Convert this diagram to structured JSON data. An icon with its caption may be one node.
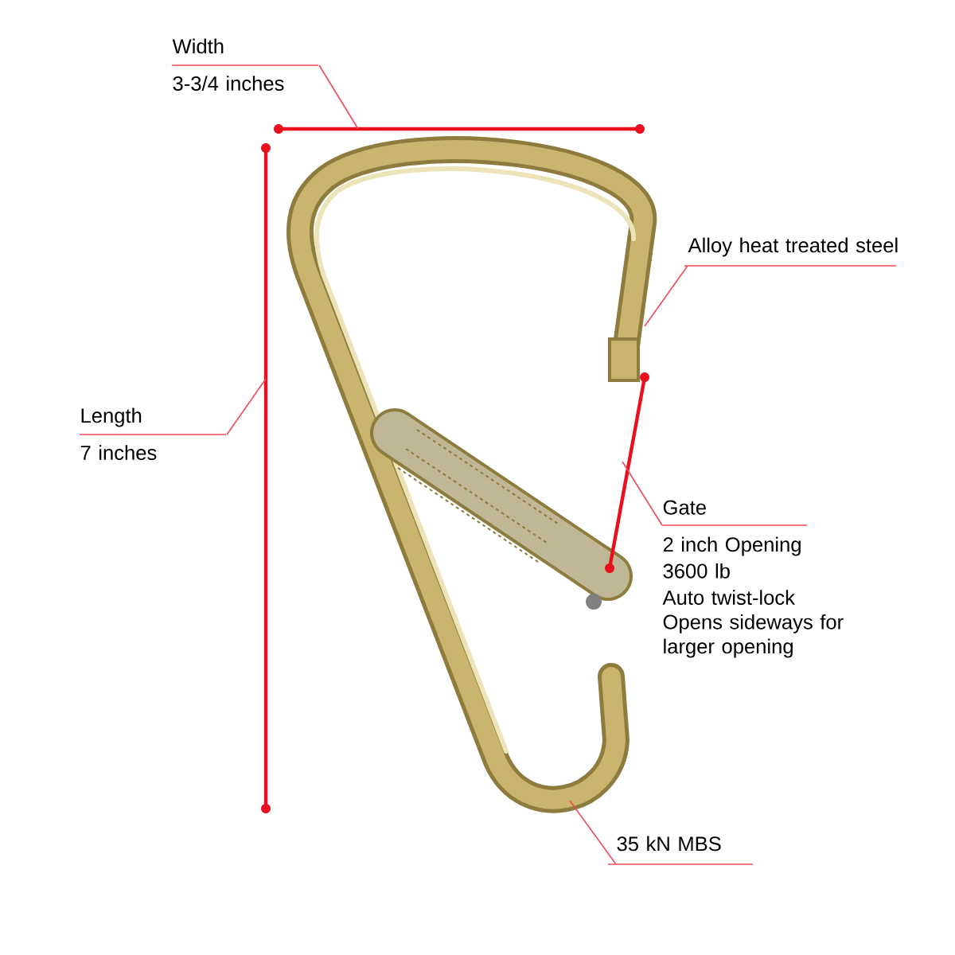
{
  "diagram": {
    "nodes": [
      {
        "text": [
          "Width",
          "3-3/4 inches"
        ]
      },
      {
        "text": [
          "Length",
          "7 inches"
        ]
      },
      {
        "text": [
          "Alloy heat treated steel"
        ]
      },
      {
        "text": [
          "Gate",
          "2 inch Opening",
          "3600 lb",
          "Auto twist-lock",
          "Opens sideways for larger opening"
        ]
      },
      {
        "text": [
          "35 kN MBS"
        ]
      },
      {
        "text": [],
        "shape": "picture"
      }
    ],
    "edges": [
      {
        "from": 0,
        "to": null,
        "arrow": "none"
      },
      {
        "from": 1,
        "to": null,
        "arrow": "none"
      },
      {
        "from": 2,
        "to": 5,
        "arrow": "none"
      },
      {
        "from": 3,
        "to": 5,
        "arrow": "none"
      },
      {
        "from": 4,
        "to": 5,
        "arrow": "none"
      }
    ]
  }
}
